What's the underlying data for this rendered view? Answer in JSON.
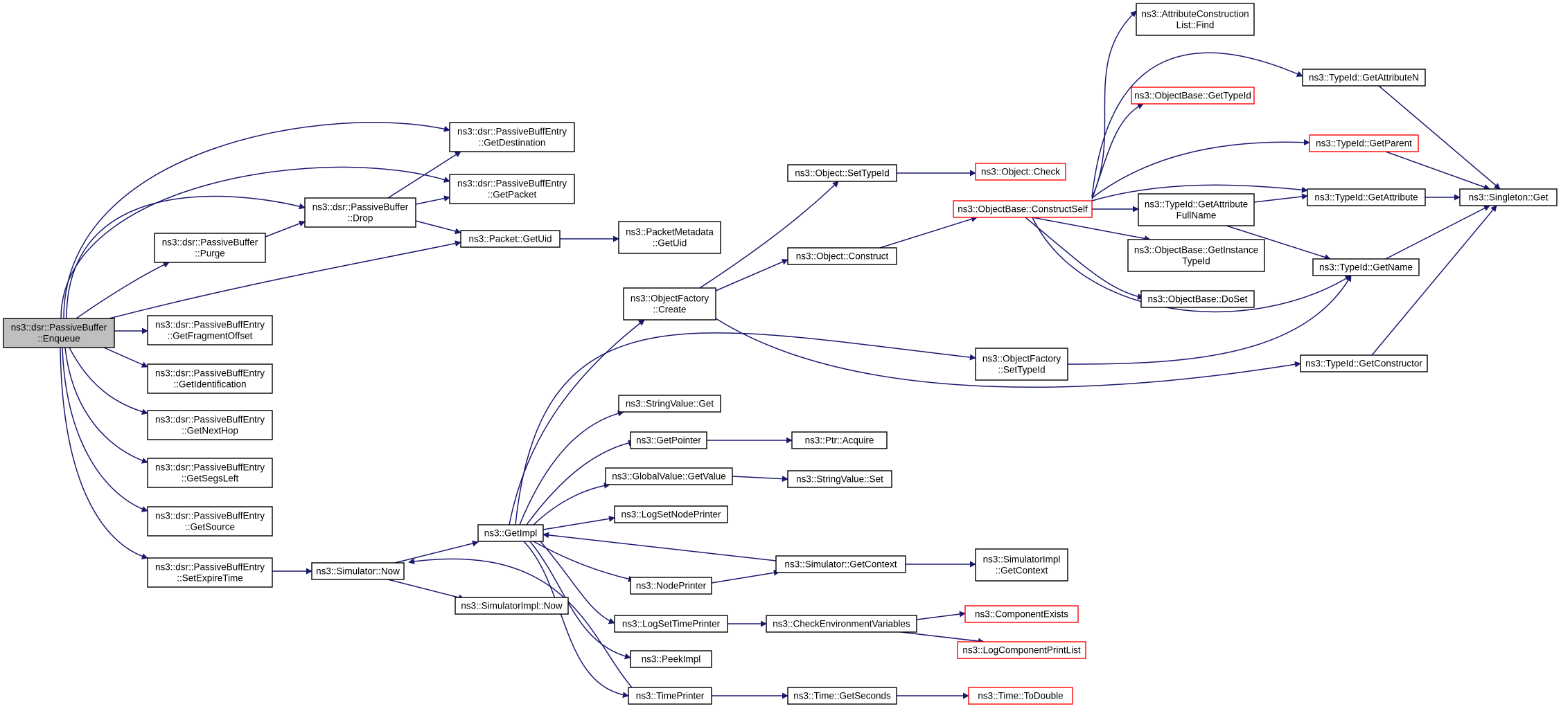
{
  "nodes": {
    "enqueue": [
      "ns3::dsr::PassiveBuffer",
      "::Enqueue"
    ],
    "purge": [
      "ns3::dsr::PassiveBuffer",
      "::Purge"
    ],
    "drop": [
      "ns3::dsr::PassiveBuffer",
      "::Drop"
    ],
    "getDestination": [
      "ns3::dsr::PassiveBuffEntry",
      "::GetDestination"
    ],
    "getPacket": [
      "ns3::dsr::PassiveBuffEntry",
      "::GetPacket"
    ],
    "packetGetUid": [
      "ns3::Packet::GetUid"
    ],
    "packetMetadataGetUid": [
      "ns3::PacketMetadata",
      "::GetUid"
    ],
    "getFragmentOffset": [
      "ns3::dsr::PassiveBuffEntry",
      "::GetFragmentOffset"
    ],
    "getIdentification": [
      "ns3::dsr::PassiveBuffEntry",
      "::GetIdentification"
    ],
    "getNextHop": [
      "ns3::dsr::PassiveBuffEntry",
      "::GetNextHop"
    ],
    "getSegsLeft": [
      "ns3::dsr::PassiveBuffEntry",
      "::GetSegsLeft"
    ],
    "getSource": [
      "ns3::dsr::PassiveBuffEntry",
      "::GetSource"
    ],
    "setExpireTime": [
      "ns3::dsr::PassiveBuffEntry",
      "::SetExpireTime"
    ],
    "simulatorNow": [
      "ns3::Simulator::Now"
    ],
    "simulatorImplNow": [
      "ns3::SimulatorImpl::Now"
    ],
    "getImpl": [
      "ns3::GetImpl"
    ],
    "objectFactoryCreate": [
      "ns3::ObjectFactory",
      "::Create"
    ],
    "objectSetTypeId": [
      "ns3::Object::SetTypeId"
    ],
    "objectCheck": [
      "ns3::Object::Check"
    ],
    "objectConstruct": [
      "ns3::Object::Construct"
    ],
    "constructSelf": [
      "ns3::ObjectBase::ConstructSelf"
    ],
    "attrListFind": [
      "ns3::AttributeConstruction",
      "List::Find"
    ],
    "objectBaseGetTypeId": [
      "ns3::ObjectBase::GetTypeId"
    ],
    "getAttributeFullName": [
      "ns3::TypeId::GetAttribute",
      "FullName"
    ],
    "getInstanceTypeId": [
      "ns3::ObjectBase::GetInstance",
      "TypeId"
    ],
    "doSet": [
      "ns3::ObjectBase::DoSet"
    ],
    "getAttributeN": [
      "ns3::TypeId::GetAttributeN"
    ],
    "getParent": [
      "ns3::TypeId::GetParent"
    ],
    "getAttribute": [
      "ns3::TypeId::GetAttribute"
    ],
    "getName": [
      "ns3::TypeId::GetName"
    ],
    "singletonGet": [
      "ns3::Singleton::Get"
    ],
    "getConstructor": [
      "ns3::TypeId::GetConstructor"
    ],
    "factorySetTypeId": [
      "ns3::ObjectFactory",
      "::SetTypeId"
    ],
    "stringValueGet": [
      "ns3::StringValue::Get"
    ],
    "getPointer": [
      "ns3::GetPointer"
    ],
    "ptrAcquire": [
      "ns3::Ptr::Acquire"
    ],
    "globalGetValue": [
      "ns3::GlobalValue::GetValue"
    ],
    "stringValueSet": [
      "ns3::StringValue::Set"
    ],
    "logSetNodePrinter": [
      "ns3::LogSetNodePrinter"
    ],
    "simulatorGetContext": [
      "ns3::Simulator::GetContext"
    ],
    "simImplGetContext": [
      "ns3::SimulatorImpl",
      "::GetContext"
    ],
    "nodePrinter": [
      "ns3::NodePrinter"
    ],
    "logSetTimePrinter": [
      "ns3::LogSetTimePrinter"
    ],
    "checkEnvVars": [
      "ns3::CheckEnvironmentVariables"
    ],
    "componentExists": [
      "ns3::ComponentExists"
    ],
    "logComponentPrintList": [
      "ns3::LogComponentPrintList"
    ],
    "peekImpl": [
      "ns3::PeekImpl"
    ],
    "timePrinter": [
      "ns3::TimePrinter"
    ],
    "timeGetSeconds": [
      "ns3::Time::GetSeconds"
    ],
    "timeToDouble": [
      "ns3::Time::ToDouble"
    ]
  },
  "colors": {
    "edge": "#191970",
    "root_fill": "#bfbfbf",
    "border": "#000000",
    "highlight_border": "#ff0000"
  }
}
